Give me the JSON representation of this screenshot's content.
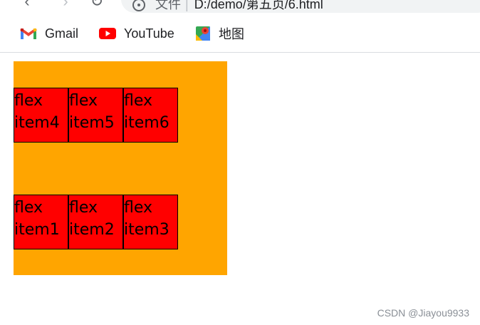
{
  "browser": {
    "url_label": "文件",
    "url_separator": "|",
    "url": "D:/demo/第五页/6.html"
  },
  "bookmarks": [
    {
      "label": "Gmail",
      "icon": "gmail-icon"
    },
    {
      "label": "YouTube",
      "icon": "youtube-icon"
    },
    {
      "label": "地图",
      "icon": "maps-icon"
    }
  ],
  "flex": {
    "container_color": "#ffa500",
    "item_color": "#ff0000",
    "items": [
      {
        "line1": "flex",
        "line2": "item1"
      },
      {
        "line1": "flex",
        "line2": "item2"
      },
      {
        "line1": "flex",
        "line2": "item3"
      },
      {
        "line1": "flex",
        "line2": "item4"
      },
      {
        "line1": "flex",
        "line2": "item5"
      },
      {
        "line1": "flex",
        "line2": "item6"
      }
    ]
  },
  "watermark": "CSDN @Jiayou9933"
}
